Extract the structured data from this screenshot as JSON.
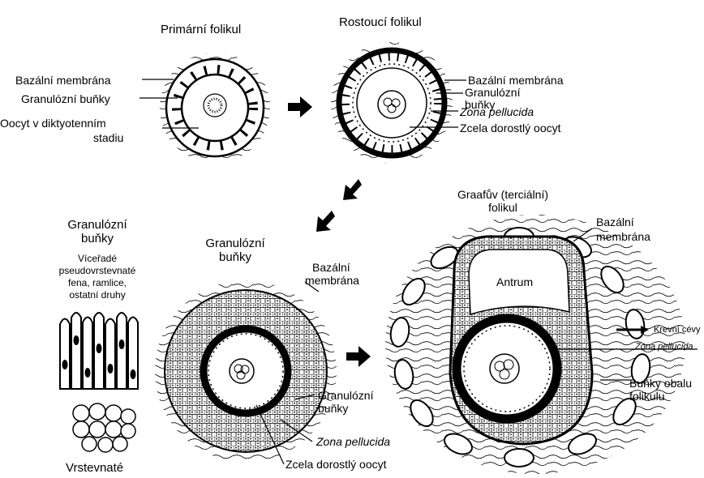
{
  "primary": {
    "title": "Primární folikul",
    "basal": "Bazální membrána",
    "granulosa": "Granulózní buňky",
    "oocyte_line1": "Oocyt v diktyotenním",
    "oocyte_line2": "stadiu"
  },
  "growing": {
    "title": "Rostoucí folikul",
    "basal": "Bazální membrána",
    "granulosa_line1": "Granulózní",
    "granulosa_line2": "buňky",
    "zona": "Zona pellucida",
    "oocyte": "Zcela dorostlý oocyt"
  },
  "cells": {
    "title_line1": "Granulózní",
    "title_line2": "buňky",
    "multi_line1": "Víceřadé",
    "multi_line2": "pseudovrstevnaté",
    "multi_line3": "fena, ramlice,",
    "multi_line4": "ostatní druhy",
    "stratified": "Vrstevnaté"
  },
  "secondary": {
    "title_line1": "Granulózní",
    "title_line2": "buňky",
    "basal_line1": "Bazální",
    "basal_line2": "membrána",
    "granulosa_line1": "Granulózní",
    "granulosa_line2": "buňky",
    "zona": "Zona pellucida",
    "oocyte": "Zcela dorostlý oocyt"
  },
  "graafian": {
    "title_line1": "Graafův (terciální)",
    "title_line2": "folikul",
    "basal_line1": "Bazální",
    "basal_line2": "membrána",
    "antrum": "Antrum",
    "vessels": "Krevní cévy",
    "zona": "Zona pellucida",
    "theca_line1": "Buňky obalu",
    "theca_line2": "folikulu"
  }
}
